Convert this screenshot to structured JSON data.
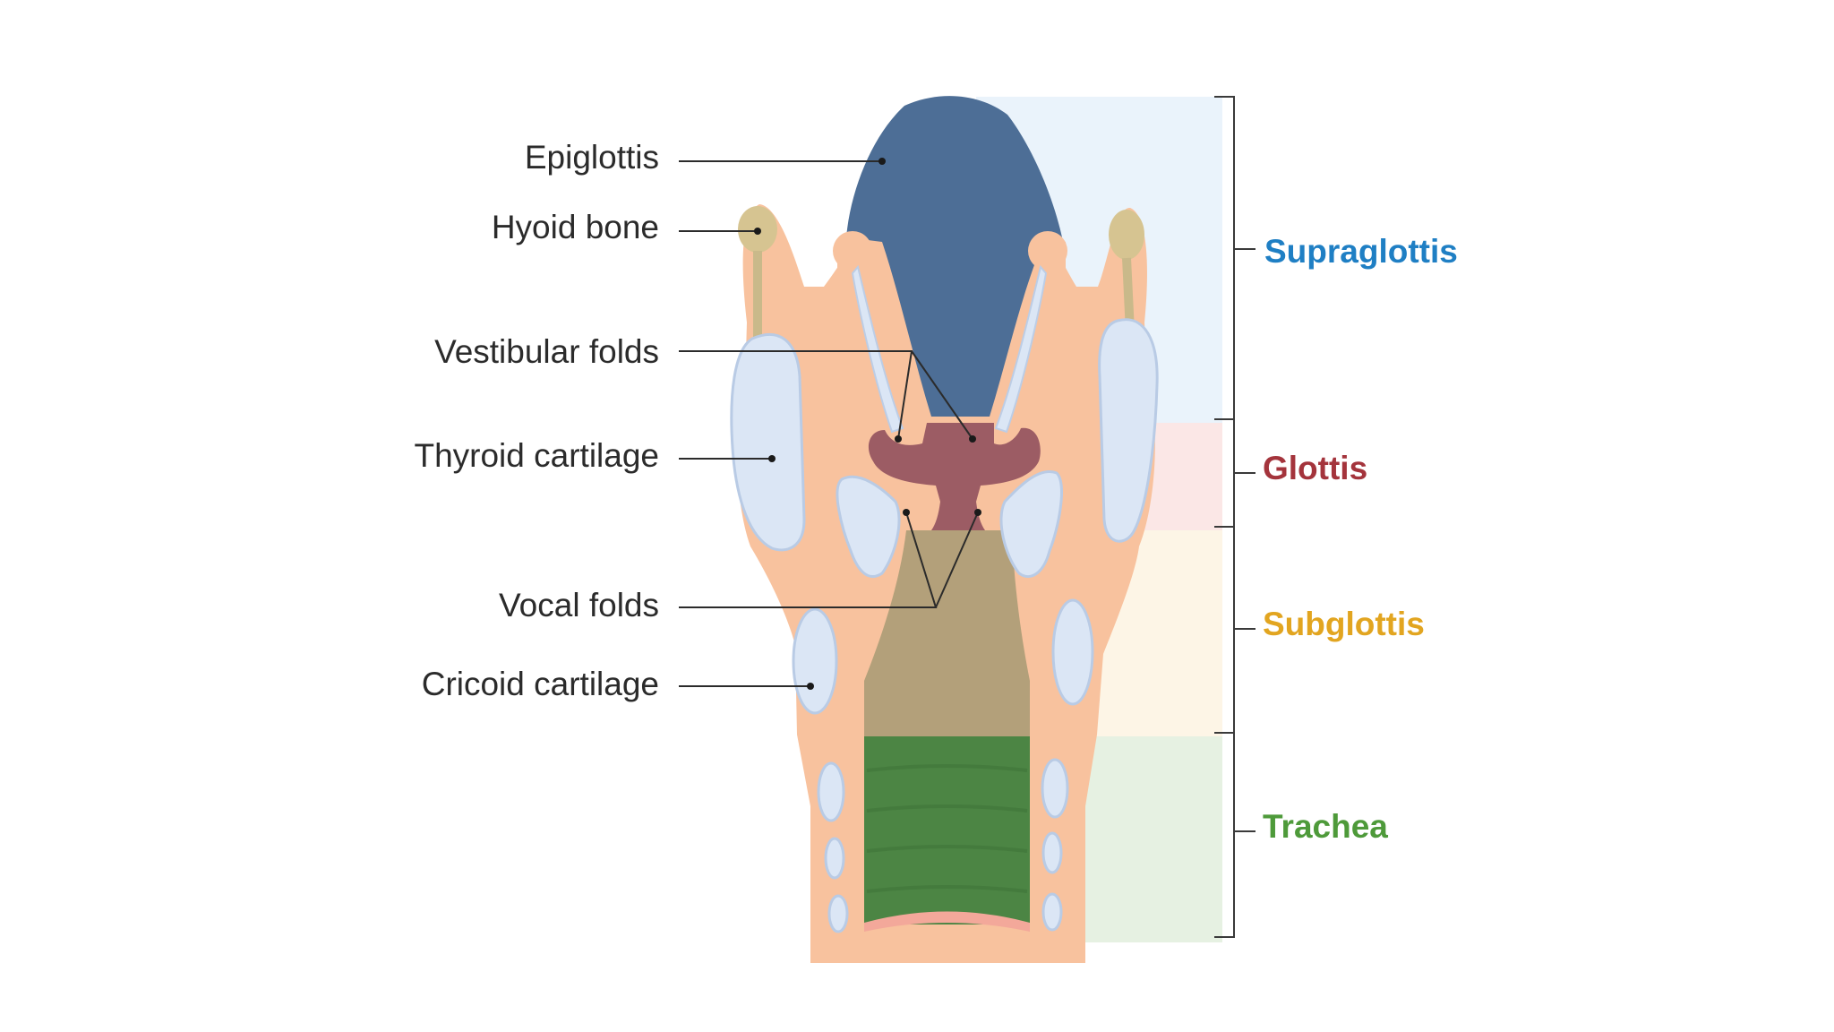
{
  "labels": {
    "epiglottis": "Epiglottis",
    "hyoid_bone": "Hyoid bone",
    "vestibular_folds": "Vestibular folds",
    "thyroid_cartilage": "Thyroid cartilage",
    "vocal_folds": "Vocal folds",
    "cricoid_cartilage": "Cricoid cartilage"
  },
  "regions": {
    "supraglottis": {
      "label": "Supraglottis",
      "color": "#1f7fc4"
    },
    "glottis": {
      "label": "Glottis",
      "color": "#a4343c"
    },
    "subglottis": {
      "label": "Subglottis",
      "color": "#e2a520"
    },
    "trachea": {
      "label": "Trachea",
      "color": "#4e9a3a"
    }
  },
  "colors": {
    "tissue": "#f8c29e",
    "cartilage": "#dbe6f5",
    "epiglottis": "#4d6e96",
    "glottis_lumen": "#9c5c64",
    "subglottis_lumen": "#b3a07a",
    "trachea_lumen": "#4c8544",
    "hyoid": "#d6c491"
  }
}
